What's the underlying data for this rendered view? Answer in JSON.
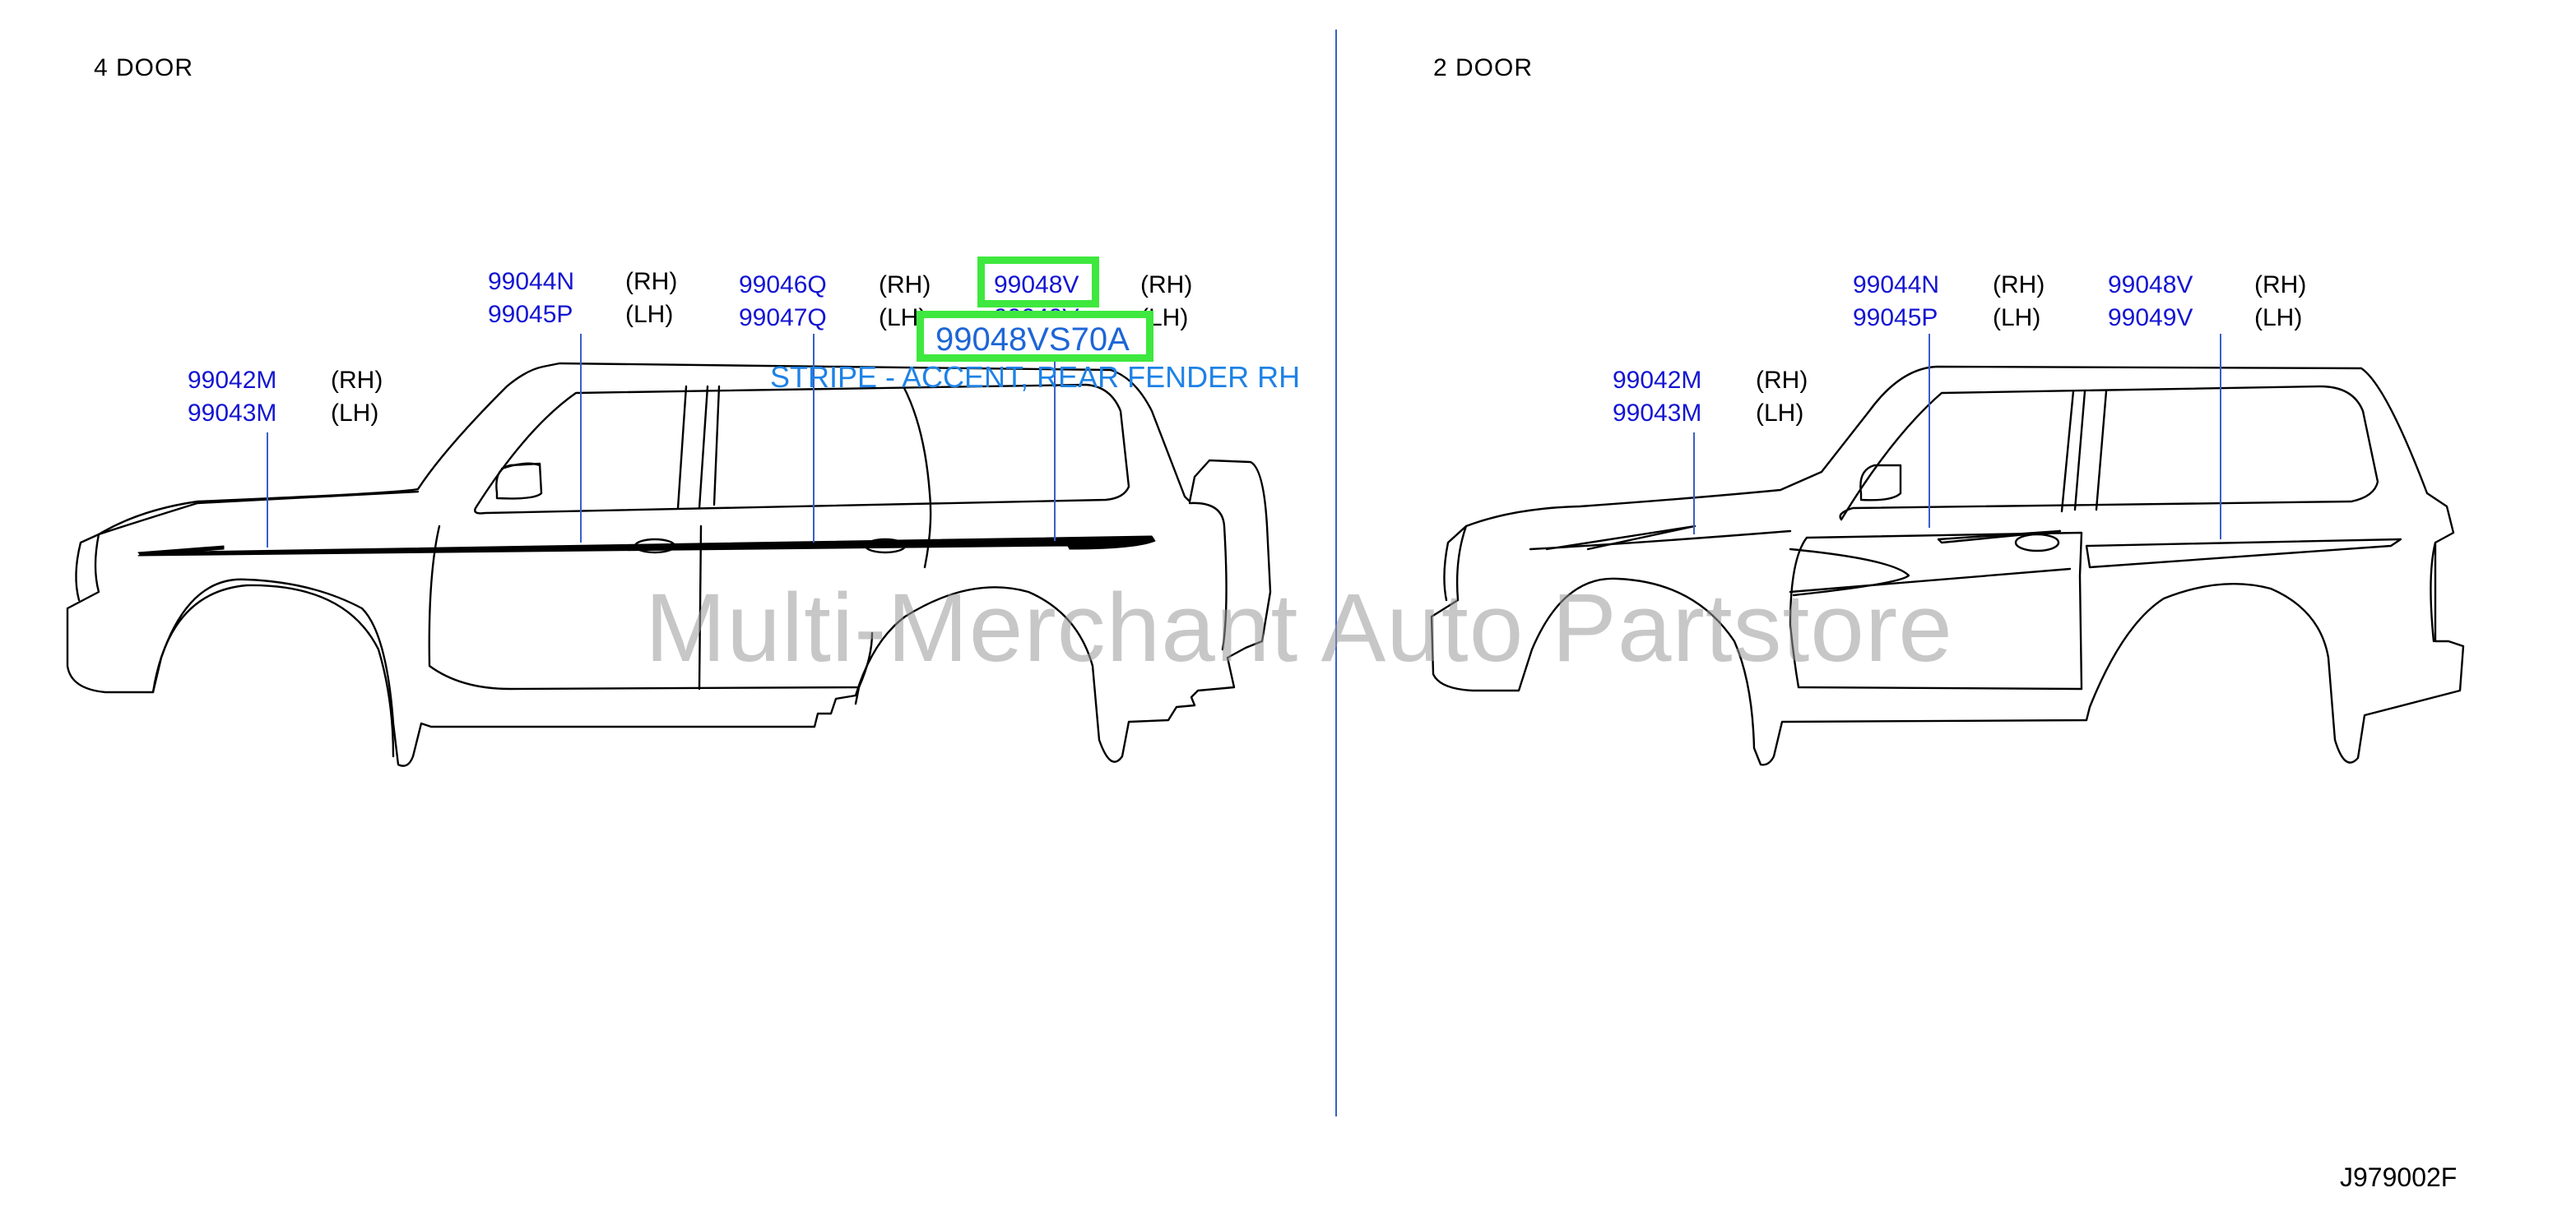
{
  "left_section": {
    "title": "4   DOOR",
    "callouts": [
      {
        "part": "99042M",
        "side": "(RH)"
      },
      {
        "part": "99043M",
        "side": "(LH)"
      },
      {
        "part": "99044N",
        "side": "(RH)"
      },
      {
        "part": "99045P",
        "side": "(LH)"
      },
      {
        "part": "99046Q",
        "side": "(RH)"
      },
      {
        "part": "99047Q",
        "side": "(LH)"
      },
      {
        "part": "99048V",
        "side": "(RH)"
      },
      {
        "part": "99049V",
        "side": "(LH)"
      }
    ],
    "highlight": {
      "part_number": "99048VS70A",
      "description": "STRIPE - ACCENT, REAR FENDER RH",
      "box_color": "#3ee83e"
    }
  },
  "right_section": {
    "title": "2   DOOR",
    "callouts": [
      {
        "part": "99042M",
        "side": "(RH)"
      },
      {
        "part": "99043M",
        "side": "(LH)"
      },
      {
        "part": "99044N",
        "side": "(RH)"
      },
      {
        "part": "99045P",
        "side": "(LH)"
      },
      {
        "part": "99048V",
        "side": "(RH)"
      },
      {
        "part": "99049V",
        "side": "(LH)"
      }
    ]
  },
  "watermark": "Multi-Merchant Auto Partstore",
  "figure_code": "J979002F",
  "colors": {
    "part_number": "#1414d2",
    "leader": "#3a5fc8",
    "highlight_text": "#1e66d6"
  }
}
